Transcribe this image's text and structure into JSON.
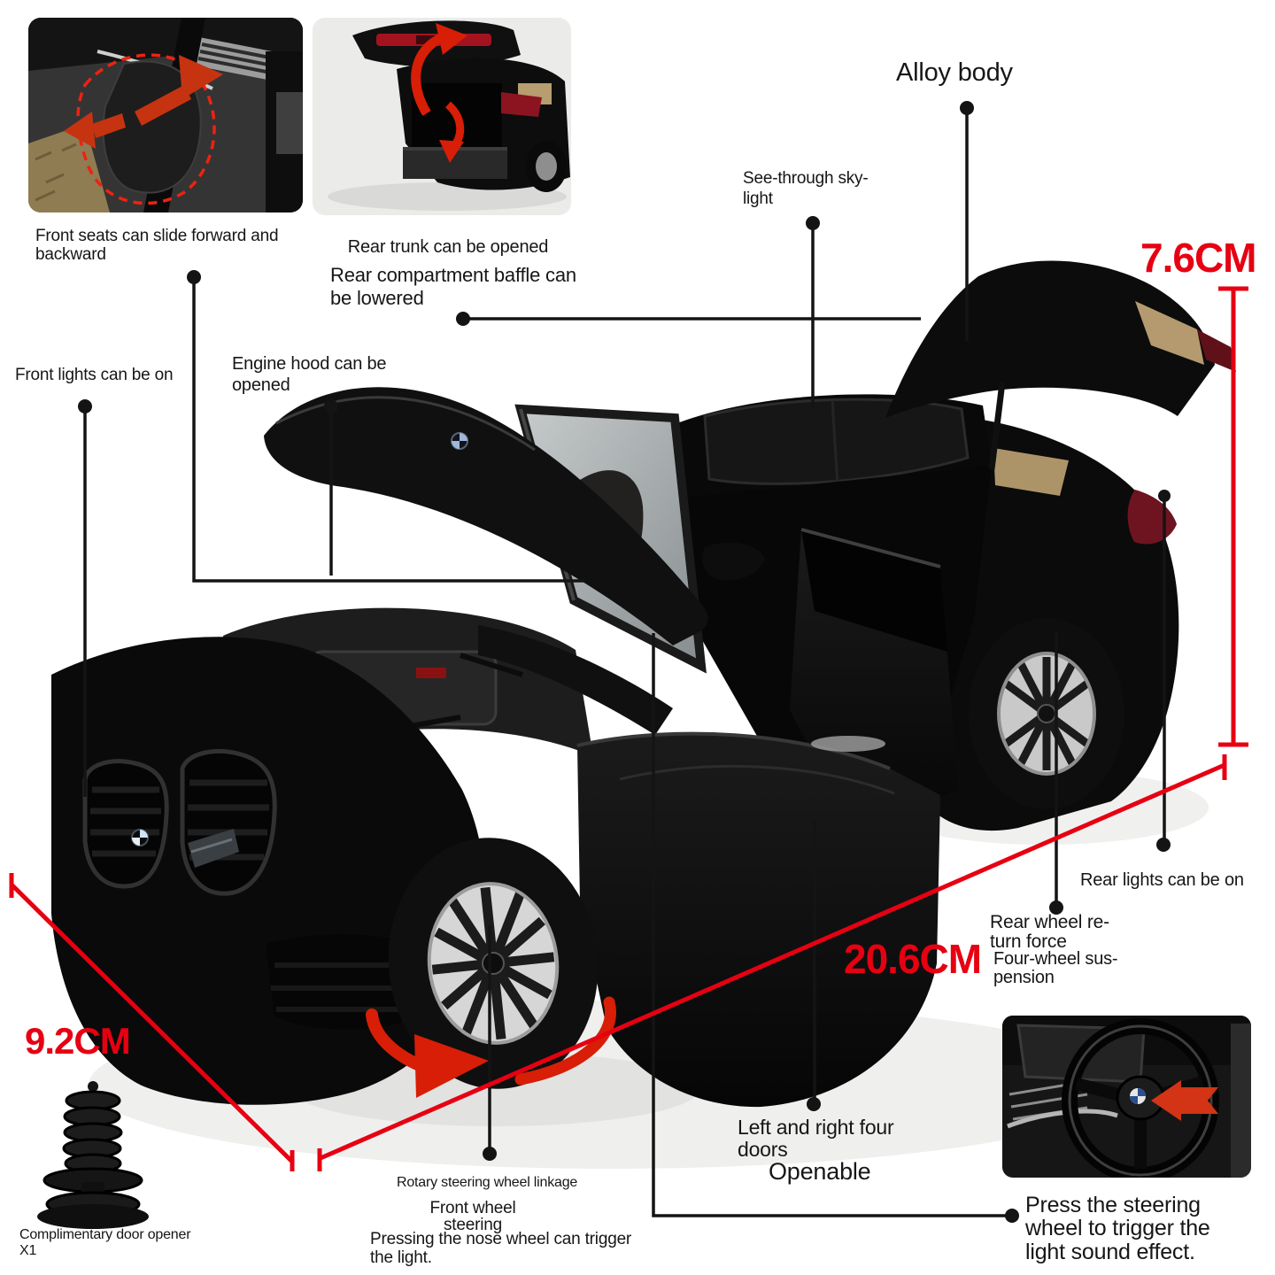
{
  "colors": {
    "accent_red": "#e60012",
    "arrow_red": "#d42313",
    "dashed_outline_red": "#ee2211",
    "text_black": "#161616",
    "car_black": "#0b0b0b"
  },
  "top_insets": {
    "front_seats_caption": "Front seats can slide forward and\nbackward",
    "rear_trunk_caption": "Rear trunk can be opened",
    "baffle_caption": "Rear compartment baffle can\nbe lowered"
  },
  "callouts": {
    "alloy_body": "Alloy body",
    "skylight": "See-through sky-\nlight",
    "front_lights": "Front lights can be on",
    "engine_hood": "Engine hood can be\nopened",
    "rear_lights": "Rear lights can be on",
    "rear_wheel_return": "Rear wheel re-\nturn force",
    "four_wheel_suspension": "Four-wheel sus-\npension",
    "four_doors": "Left and right four\ndoors",
    "openable": "Openable",
    "rotary_linkage": "Rotary steering wheel linkage",
    "front_wheel_steering": "Front wheel\nsteering",
    "nose_wheel_light": "Pressing the nose wheel can trigger\nthe light.",
    "press_steering": "Press the steering\nwheel to trigger the\nlight sound effect."
  },
  "dimensions": {
    "height": "7.6CM",
    "length": "20.6CM",
    "width": "9.2CM"
  },
  "accessory": {
    "door_opener_caption": "Complimentary door opener\nX1"
  }
}
